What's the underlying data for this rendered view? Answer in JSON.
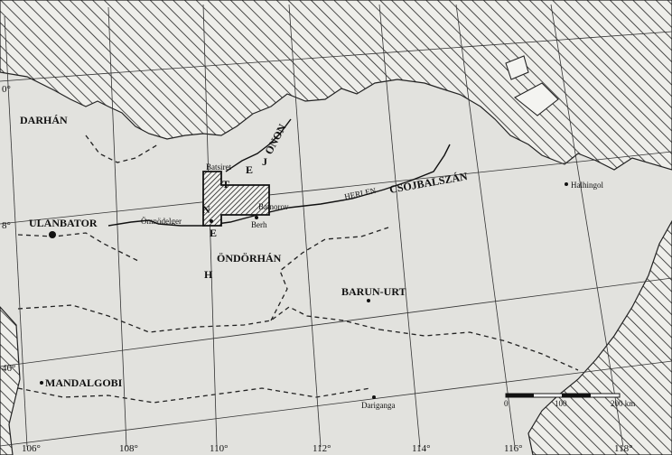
{
  "map": {
    "latitude_labels": [
      "0°",
      "8°",
      "46°"
    ],
    "longitude_labels": [
      "106°",
      "108°",
      "110°",
      "112°",
      "114°",
      "116°",
      "118°"
    ],
    "places": {
      "darhan": "DARHÁN",
      "ulanbator": "ULANBATOR",
      "batsiret": "Batsiret",
      "batnorov": "Batnorov",
      "berh": "Berh",
      "omnodelger": "Ömnödelger",
      "ondorhan": "ÖNDÖRHÁN",
      "herlen": "HERLEN",
      "csojbalszan": "CSOJBALSZÁN",
      "halhingol": "Halhingol",
      "barun_urt": "BARUN-URT",
      "mandalgobi": "MANDALGOBI",
      "dariganga": "Dariganga"
    },
    "region_letters": {
      "hentej": [
        "H",
        "E",
        "N",
        "T",
        "E",
        "J"
      ],
      "onon": "ONON"
    },
    "scale": {
      "labels": [
        "0",
        "100",
        "200 km"
      ]
    }
  }
}
